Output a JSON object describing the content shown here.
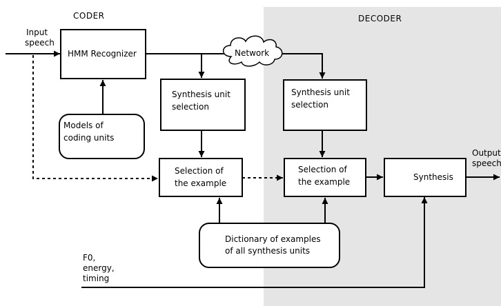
{
  "sections": {
    "coder": "CODER",
    "decoder": "DECODER"
  },
  "colors": {
    "decoder_background": "#e5e5e5",
    "stroke": "#000000",
    "box_fill": "#ffffff"
  },
  "inputs": {
    "input_speech_1": "Input",
    "input_speech_2": "speech",
    "prosody_1": "F0,",
    "prosody_2": "energy,",
    "prosody_3": "timing"
  },
  "output": {
    "line_1": "Output",
    "line_2": "speech"
  },
  "blocks": {
    "hmm_recognizer": "HMM Recognizer",
    "network": "Network",
    "models_1": "Models of",
    "models_2": "coding units",
    "coder_unit_sel_1": "Synthesis unit",
    "coder_unit_sel_2": "selection",
    "decoder_unit_sel_1": "Synthesis unit",
    "decoder_unit_sel_2": "selection",
    "coder_example_sel_1": "Selection of",
    "coder_example_sel_2": "the example",
    "decoder_example_sel_1": "Selection of",
    "decoder_example_sel_2": "the example",
    "synthesis": "Synthesis",
    "dictionary_1": "Dictionary of examples",
    "dictionary_2": "of all synthesis units"
  }
}
